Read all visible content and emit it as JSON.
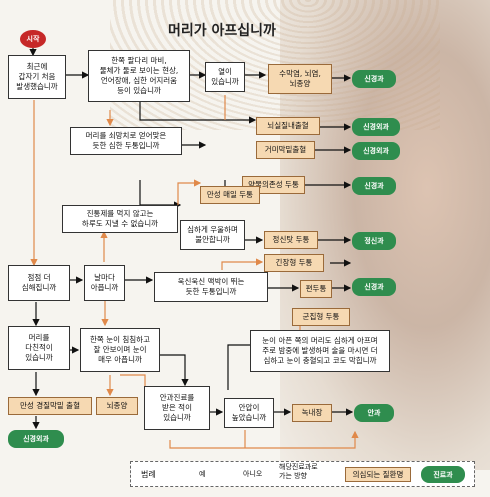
{
  "title": "머리가 아프십니까",
  "start": "시작",
  "nodes": {
    "q1": "최근에\n갑자기 처음\n발생했습니까",
    "q2": "한쪽 팔다리 마비,\n물체가 둘로 보이는 현상,\n언어장애, 심한 어지러움\n등이 있습니까",
    "q3": "열이\n있습니까",
    "d1": "수막염, 뇌염,\n뇌종양",
    "n1": "신경과",
    "d2": "뇌실질내출혈",
    "n2": "신경외과",
    "q4": "머리를 쇠망치로 얻어맞은\n듯한 심한 두통입니까",
    "d3": "거미막밑출혈",
    "n3": "신경외과",
    "d4": "약물의존성 두통",
    "n4": "신경과",
    "d5": "만성 매일 두통",
    "q5": "진통제를 먹지 않고는\n하루도 지낼 수 없습니까",
    "q6": "심하게 우울하며\n불안합니까",
    "d6": "정신탓 두통",
    "n5": "정신과",
    "d7": "긴장형 두통",
    "q7": "점점 더\n심해집니까",
    "q8": "날마다\n아픕니까",
    "q9": "욱신욱신 맥박이 뛰는\n듯한 두통입니까",
    "d8": "편두통",
    "n6": "신경과",
    "d9": "군집형 두통",
    "q10": "머리를\n다친적이\n있습니까",
    "q11": "한쪽 눈이 침침하고\n잘 안보이며 눈이\n매우 아픕니까",
    "q12": "눈이 아픈 쪽의 머리도 심하게 아프며\n주로 밤중에 발생하며 술을 마시면 더\n심하고 눈이 충혈되고 코도 막힙니까",
    "d10": "만성 경질막밑 출혈",
    "d11": "뇌종양",
    "q13": "안과진료를\n받은 적이\n있습니까",
    "q14": "안압이\n높았습니까",
    "d12": "녹내장",
    "n7": "안과",
    "n8": "신경외과"
  },
  "legend": {
    "title": "범례",
    "yes": "예",
    "no": "아니오",
    "path": "해당진료과로\n가는 방향",
    "suspected": "의심되는 질환명",
    "dept": "진료과"
  }
}
